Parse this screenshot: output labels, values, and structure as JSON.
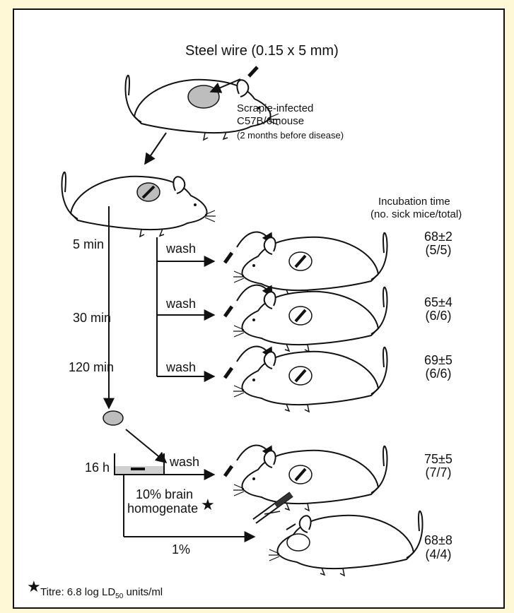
{
  "wire_label": "Steel wire (0.15 x 5 mm)",
  "donor": {
    "line1": "Scrapie-infected",
    "line2": "C57B/6mouse",
    "line3": "(2 months before disease)"
  },
  "times": {
    "t5": "5 min",
    "t30": "30 min",
    "t120": "120 min",
    "t16": "16 h"
  },
  "wash": "wash",
  "incubation_header": {
    "line1": "Incubation time",
    "line2": "(no. sick mice/total)"
  },
  "results": [
    {
      "value": "68±2",
      "ratio": "(5/5)"
    },
    {
      "value": "65±4",
      "ratio": "(6/6)"
    },
    {
      "value": "69±5",
      "ratio": "(6/6)"
    },
    {
      "value": "75±5",
      "ratio": "(7/7)"
    },
    {
      "value": "68±8",
      "ratio": "(4/4)"
    }
  ],
  "homogenate": {
    "line1": "10% brain",
    "line2": "homogenate"
  },
  "one_percent": "1%",
  "footnote": {
    "star": "★",
    "text_before": "Titre: 6.8 log LD",
    "sub": "50",
    "text_after": " units/ml"
  }
}
